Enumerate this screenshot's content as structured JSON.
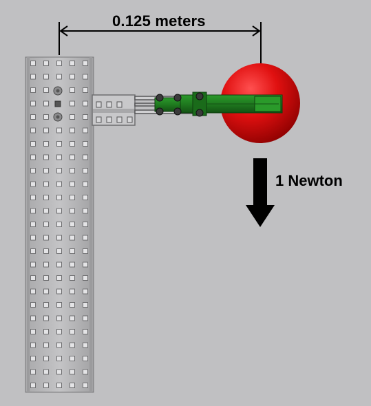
{
  "annotations": {
    "distance_label": "0.125 meters",
    "force_label": "1 Newton"
  },
  "colors": {
    "background": "#c0c0c2",
    "ball": "#e01010",
    "arm": "#1f7a1f",
    "beam": "#b9b9bb",
    "arrow": "#000000"
  },
  "icons": {
    "ball": "red-sphere",
    "force_arrow": "down-arrow"
  }
}
